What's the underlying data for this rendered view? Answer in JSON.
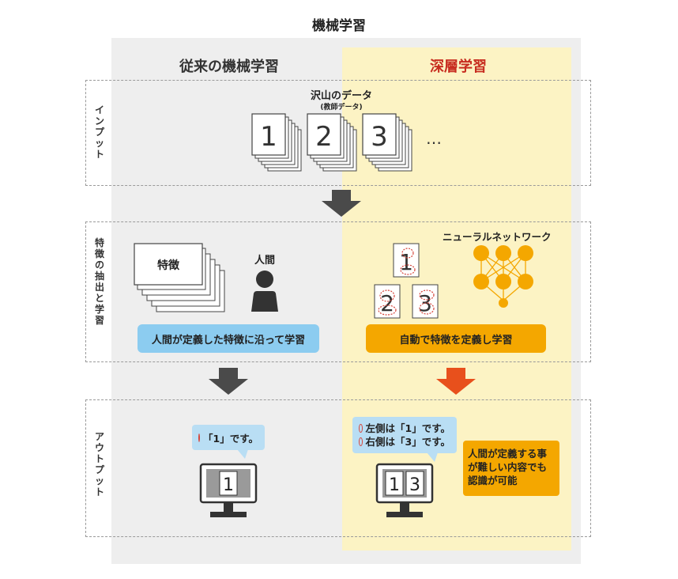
{
  "title": "機械学習",
  "columns": {
    "traditional": "従来の機械学習",
    "deep": "深層学習"
  },
  "bands": {
    "input": "インプット",
    "feature": "特徴の抽出と学習",
    "output": "アウトプット"
  },
  "input": {
    "data_label": "沢山のデータ",
    "data_sublabel": "(教師データ)",
    "digits": [
      "1",
      "2",
      "3"
    ],
    "ellipsis": "…"
  },
  "feature": {
    "traditional": {
      "card_label": "特徴",
      "human_label": "人間",
      "pill": "人間が定義した特徴に沿って学習"
    },
    "deep": {
      "nn_label": "ニューラルネットワーク",
      "digits": [
        "1",
        "2",
        "3"
      ],
      "pill": "自動で特徴を定義し学習"
    }
  },
  "output": {
    "traditional": {
      "bubble": "「1」です。",
      "screen_digits": [
        "1"
      ]
    },
    "deep": {
      "bubble_lines": [
        "左側は「1」です。",
        "右側は「3」です。"
      ],
      "screen_digits": [
        "1",
        "3"
      ],
      "note_lines": [
        "人間が定義する事",
        "が難しい内容でも",
        "認識が可能"
      ]
    }
  },
  "colors": {
    "gray_bg": "#eeeeee",
    "yellow_bg": "#fcf3c4",
    "blue_pill": "#8cccf0",
    "orange_pill": "#f4a700",
    "arrow_dark": "#4a4a4a",
    "arrow_orange": "#e8501c",
    "deep_title": "#c72c1f",
    "neuron": "#f4a700"
  }
}
